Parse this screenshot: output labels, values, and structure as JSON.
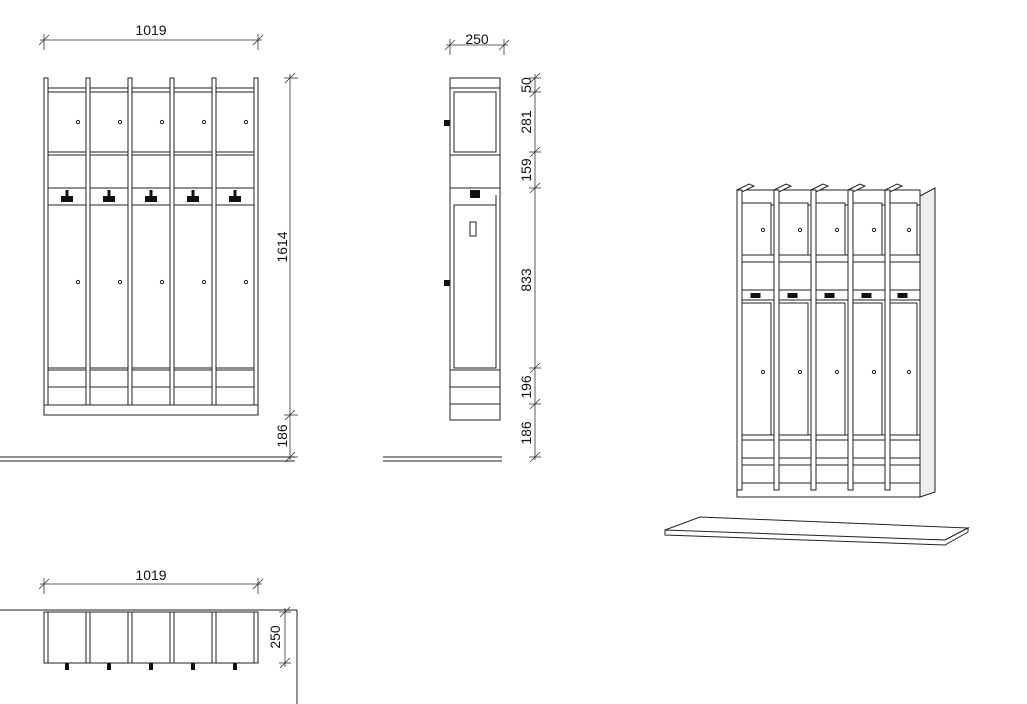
{
  "front_view": {
    "width_label": "1019",
    "height_label": "1614",
    "base_label": "186",
    "columns": 5
  },
  "side_view": {
    "depth_label": "250",
    "segments": [
      "50",
      "281",
      "159",
      "833",
      "196",
      "186"
    ]
  },
  "plan_view": {
    "width_label": "1019",
    "depth_label": "250"
  },
  "colors": {
    "line": "#222222",
    "background": "#ffffff"
  }
}
